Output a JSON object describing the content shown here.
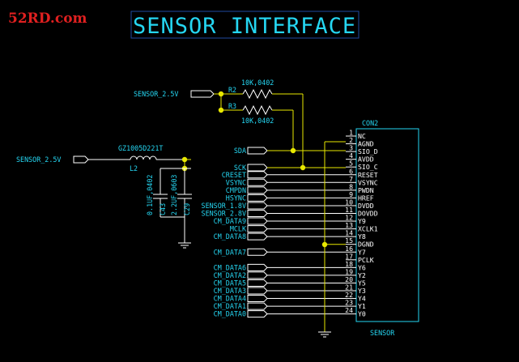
{
  "watermark": "52RD.com",
  "title": "SENSOR INTERFACE",
  "power_net": "SENSOR_2.5V",
  "resistors": [
    {
      "ref": "R2",
      "value": "10K,0402"
    },
    {
      "ref": "R3",
      "value": "10K,0402"
    }
  ],
  "inductor": {
    "ref": "L2",
    "value": "GZ1005D221T"
  },
  "capacitors": [
    {
      "ref": "C43",
      "value": "0.1UF,0402"
    },
    {
      "ref": "C29",
      "value": "2.2UF,0603"
    }
  ],
  "connector": {
    "ref": "CON2",
    "name": "SENSOR"
  },
  "pins": [
    {
      "num": "1",
      "name": "NC",
      "net": ""
    },
    {
      "num": "2",
      "name": "AGND",
      "net": ""
    },
    {
      "num": "3",
      "name": "SIO_D",
      "net": "SDA"
    },
    {
      "num": "4",
      "name": "AVDD",
      "net": ""
    },
    {
      "num": "5",
      "name": "SIO_C",
      "net": "SCK"
    },
    {
      "num": "6",
      "name": "RESET",
      "net": "CRESET"
    },
    {
      "num": "7",
      "name": "VSYNC",
      "net": "VSYNC"
    },
    {
      "num": "8",
      "name": "PWDN",
      "net": "CMPDN"
    },
    {
      "num": "9",
      "name": "HREF",
      "net": "HSYNC"
    },
    {
      "num": "10",
      "name": "DVDD",
      "net": "SENSOR_1.8V"
    },
    {
      "num": "11",
      "name": "DOVDD",
      "net": "SENSOR_2.8V"
    },
    {
      "num": "12",
      "name": "Y9",
      "net": "CM_DATA9"
    },
    {
      "num": "13",
      "name": "XCLK1",
      "net": "MCLK"
    },
    {
      "num": "14",
      "name": "Y8",
      "net": "CM_DATA8"
    },
    {
      "num": "15",
      "name": "DGND",
      "net": ""
    },
    {
      "num": "16",
      "name": "Y7",
      "net": "CM_DATA7"
    },
    {
      "num": "17",
      "name": "PCLK",
      "net": ""
    },
    {
      "num": "18",
      "name": "Y6",
      "net": "CM_DATA6"
    },
    {
      "num": "19",
      "name": "Y2",
      "net": "CM_DATA2"
    },
    {
      "num": "20",
      "name": "Y5",
      "net": "CM_DATA5"
    },
    {
      "num": "21",
      "name": "Y3",
      "net": "CM_DATA3"
    },
    {
      "num": "22",
      "name": "Y4",
      "net": "CM_DATA4"
    },
    {
      "num": "23",
      "name": "Y1",
      "net": "CM_DATA1"
    },
    {
      "num": "24",
      "name": "Y0",
      "net": "CM_DATA0"
    }
  ]
}
